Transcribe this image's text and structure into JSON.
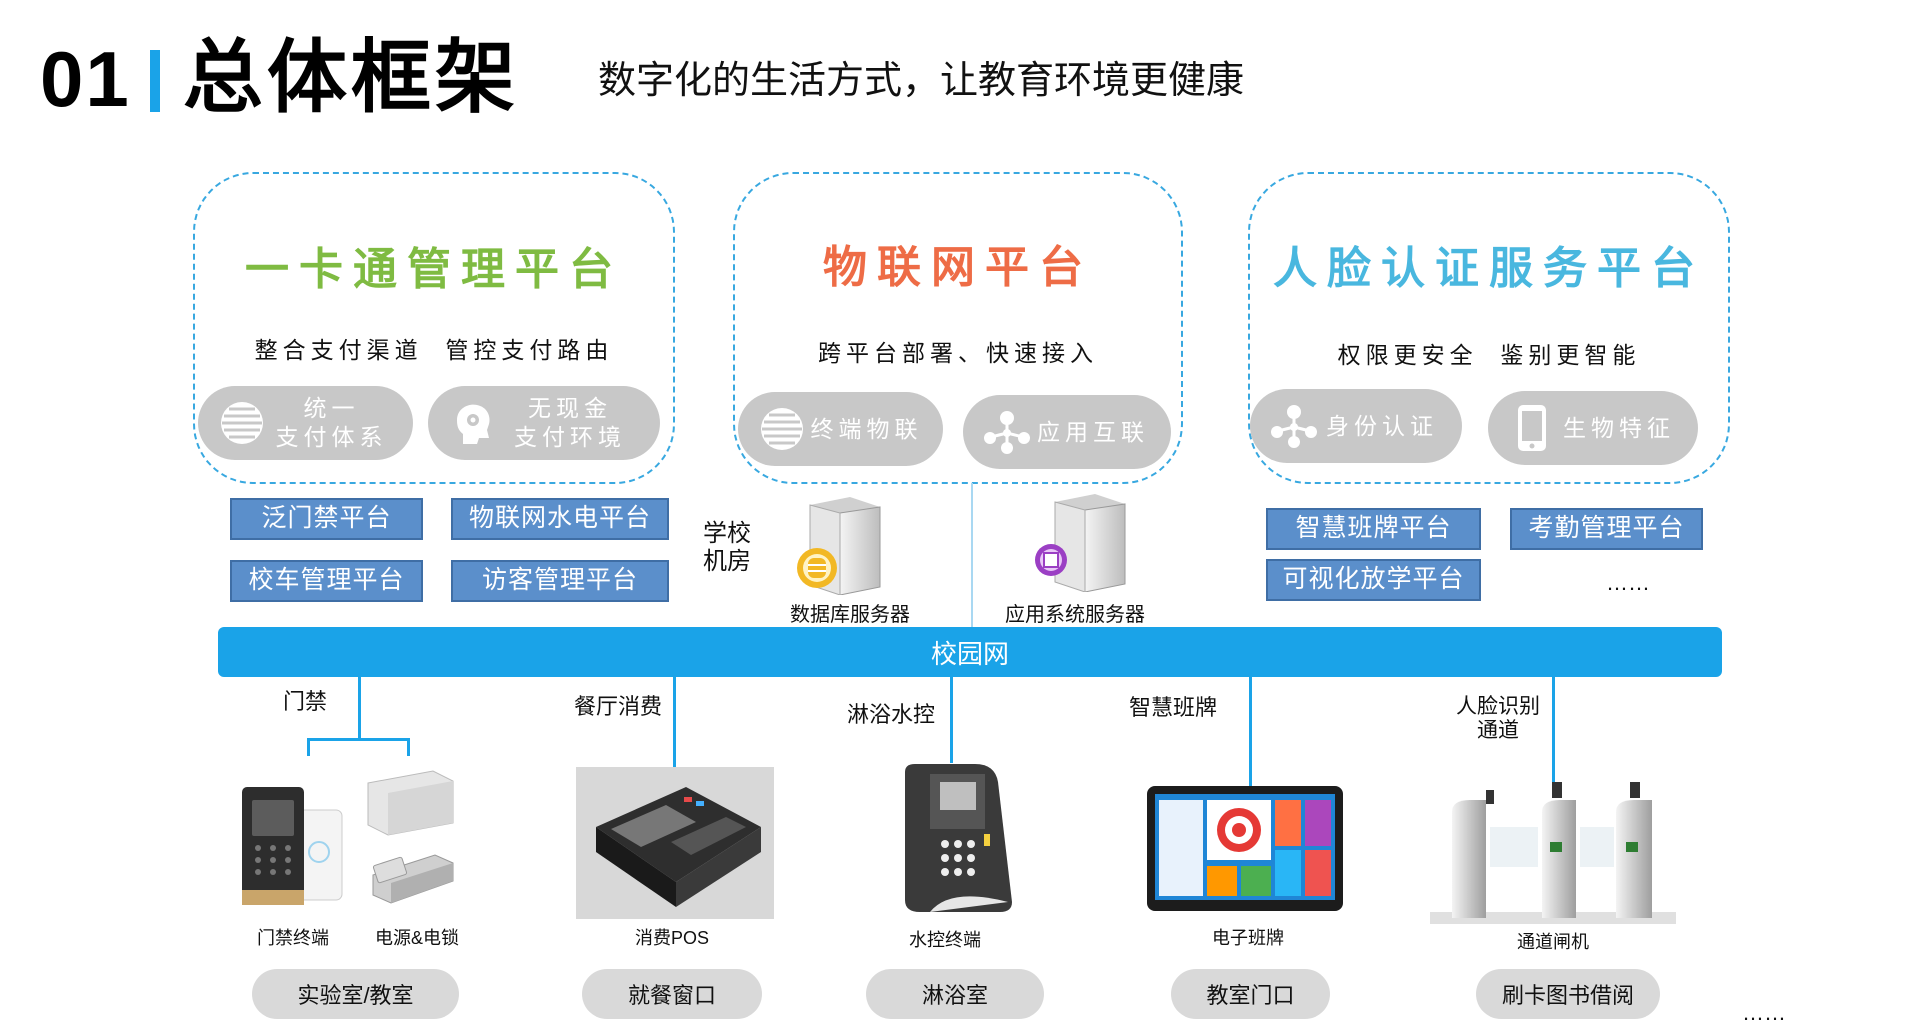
{
  "header": {
    "number": "01",
    "title": "总体框架",
    "subtitle": "数字化的生活方式，让教育环境更健康"
  },
  "platforms": [
    {
      "title": "一卡通管理平台",
      "desc": "整合支付渠道  管控支付路由",
      "color": "#7fbb42",
      "features": [
        {
          "label": "统一\n支付体系",
          "icon": "striped-sphere-icon"
        },
        {
          "label": "无现金\n支付环境",
          "icon": "head-gear-icon"
        }
      ]
    },
    {
      "title": "物联网平台",
      "desc": "跨平台部署、快速接入",
      "color": "#ee6c46",
      "features": [
        {
          "label": "终端物联",
          "icon": "striped-sphere-icon"
        },
        {
          "label": "应用互联",
          "icon": "network-nodes-icon"
        }
      ]
    },
    {
      "title": "人脸认证服务平台",
      "desc": "权限更安全  鉴别更智能",
      "color": "#49b7df",
      "features": [
        {
          "label": "身份认证",
          "icon": "network-nodes-icon"
        },
        {
          "label": "生物特征",
          "icon": "phone-icon"
        }
      ]
    }
  ],
  "left_subplatforms": [
    "泛门禁平台",
    "物联网水电平台",
    "校车管理平台",
    "访客管理平台"
  ],
  "right_subplatforms": [
    "智慧班牌平台",
    "考勤管理平台",
    "可视化放学平台"
  ],
  "right_ellipsis": "……",
  "server_room": {
    "label": "学校\n机房",
    "db_server": "数据库服务器",
    "app_server": "应用系统服务器"
  },
  "network": {
    "label": "校园网"
  },
  "branches": [
    {
      "category": "门禁",
      "devices": [
        "门禁终端",
        "电源&电锁"
      ],
      "place": "实验室/教室"
    },
    {
      "category": "餐厅消费",
      "devices": [
        "消费POS"
      ],
      "place": "就餐窗口"
    },
    {
      "category": "淋浴水控",
      "devices": [
        "水控终端"
      ],
      "place": "淋浴室"
    },
    {
      "category": "智慧班牌",
      "devices": [
        "电子班牌"
      ],
      "place": "教室门口"
    },
    {
      "category": "人脸识别\n通道",
      "devices": [
        "通道闸机"
      ],
      "place": "刷卡图书借阅"
    }
  ],
  "bottom_ellipsis": "……",
  "colors": {
    "accent": "#1aa3e8",
    "dashed_border": "#38a8e0",
    "pill_grey": "#c8c8c8",
    "sub_platform_blue": "#5b8fcb"
  }
}
